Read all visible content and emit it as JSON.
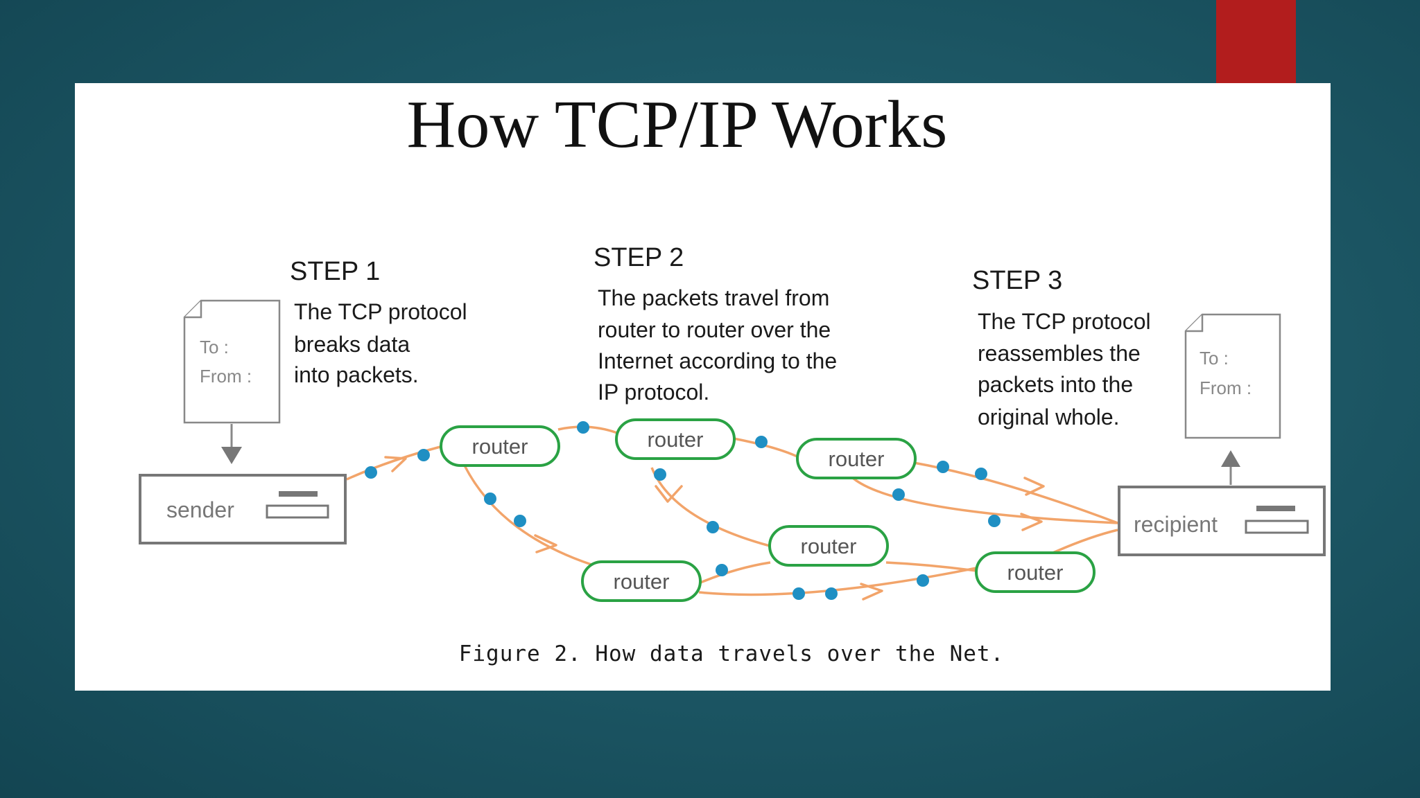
{
  "title": "How TCP/IP Works",
  "steps": [
    {
      "label": "STEP 1",
      "lines": [
        "The TCP protocol",
        "breaks data",
        "into packets."
      ]
    },
    {
      "label": "STEP 2",
      "lines": [
        "The packets travel from",
        "router to router over the",
        "Internet according to the",
        "IP protocol."
      ]
    },
    {
      "label": "STEP 3",
      "lines": [
        "The TCP protocol",
        "reassembles the",
        "packets into the",
        "original whole."
      ]
    }
  ],
  "sender_label": "sender",
  "recipient_label": "recipient",
  "router_label": "router",
  "doc_sender": {
    "to": "To :",
    "from": "From :"
  },
  "doc_recipient": {
    "to": "To :",
    "from": "From :"
  },
  "caption": "Figure 2. How data travels over the Net.",
  "colors": {
    "accent_red": "#b21d1d",
    "router_border": "#2aa244",
    "packet_dot": "#1f8fc3",
    "path_line": "#f2a46a"
  }
}
